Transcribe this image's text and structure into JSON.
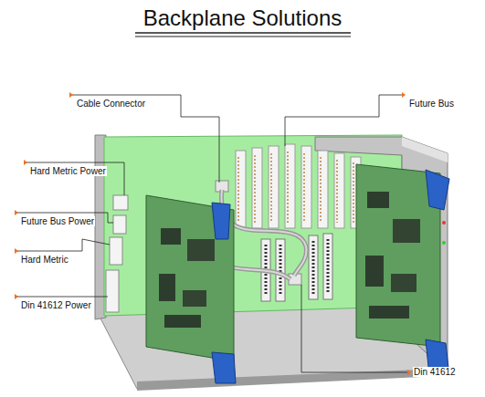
{
  "diagram": {
    "title": "Backplane Solutions",
    "labels": [
      "Cable Connector",
      "Future Bus",
      "Hard Metric Power",
      "Future Bus Power",
      "Hard Metric",
      "Din 41612 Power",
      "Din 41612"
    ]
  }
}
